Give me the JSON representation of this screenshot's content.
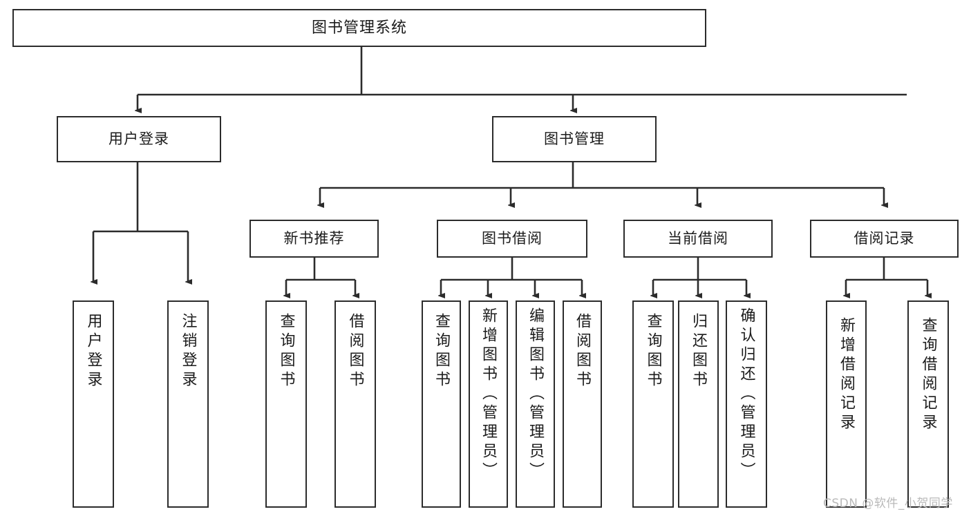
{
  "diagram": {
    "title": "图书管理系统",
    "type": "tree",
    "watermark": "CSDN @软件_小贺同学",
    "colors": {
      "stroke": "#2b2b2b",
      "fill": "#ffffff",
      "text": "#1b1b1b",
      "watermark": "#b9b9b9"
    },
    "levels": {
      "root": {
        "label": "图书管理系统"
      },
      "level2": [
        {
          "id": "user-login",
          "label": "用户登录"
        },
        {
          "id": "book-manage",
          "label": "图书管理"
        }
      ],
      "level3": [
        {
          "id": "new-book-recommend",
          "label": "新书推荐"
        },
        {
          "id": "book-borrow",
          "label": "图书借阅"
        },
        {
          "id": "current-borrow",
          "label": "当前借阅"
        },
        {
          "id": "borrow-record",
          "label": "借阅记录"
        }
      ],
      "leaves": {
        "user-login": [
          {
            "id": "leaf-user-login",
            "label": "用户登录"
          },
          {
            "id": "leaf-user-logout",
            "label": "注销登录"
          }
        ],
        "new-book-recommend": [
          {
            "id": "leaf-query-book-1",
            "label": "查询图书"
          },
          {
            "id": "leaf-borrow-book-1",
            "label": "借阅图书"
          }
        ],
        "book-borrow": [
          {
            "id": "leaf-query-book-2",
            "label": "查询图书"
          },
          {
            "id": "leaf-add-book",
            "label": "新增图书（管理员）"
          },
          {
            "id": "leaf-edit-book",
            "label": "编辑图书（管理员）"
          },
          {
            "id": "leaf-borrow-book-2",
            "label": "借阅图书"
          }
        ],
        "current-borrow": [
          {
            "id": "leaf-query-book-3",
            "label": "查询图书"
          },
          {
            "id": "leaf-return-book",
            "label": "归还图书"
          },
          {
            "id": "leaf-confirm-return",
            "label": "确认归还（管理员）"
          }
        ],
        "borrow-record": [
          {
            "id": "leaf-add-record",
            "label": "新增借阅记录"
          },
          {
            "id": "leaf-query-record",
            "label": "查询借阅记录"
          }
        ]
      }
    }
  }
}
